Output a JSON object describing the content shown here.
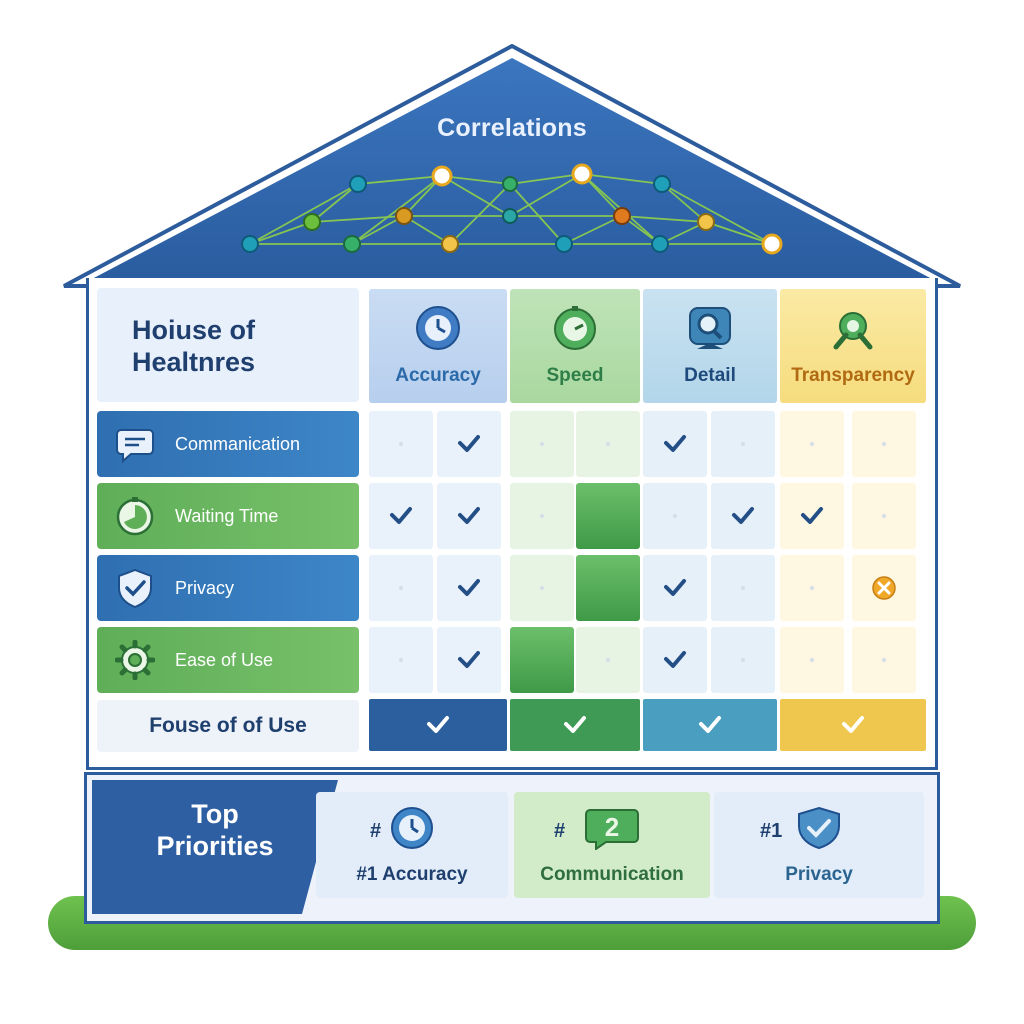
{
  "roof": {
    "title": "Correlations"
  },
  "matrix": {
    "title": "Hoiuse of Healtnres",
    "columns": [
      {
        "label": "Accuracy",
        "icon": "clock-icon",
        "color": "#2c6aaa"
      },
      {
        "label": "Speed",
        "icon": "stopwatch-icon",
        "color": "#2f7e48"
      },
      {
        "label": "Detail",
        "icon": "magnifier-icon",
        "color": "#1f4a7c"
      },
      {
        "label": "Transparency",
        "icon": "transparency-icon",
        "color": "#b06a12"
      }
    ],
    "rows": [
      {
        "label": "Commanication",
        "icon": "chat-bubble-icon",
        "marks": [
          "",
          "check",
          "",
          "",
          "check",
          "",
          "",
          ""
        ]
      },
      {
        "label": "Waiting Time",
        "icon": "stopwatch-icon",
        "marks": [
          "check",
          "check",
          "",
          "strong",
          "",
          "check",
          "check",
          ""
        ]
      },
      {
        "label": "Privacy",
        "icon": "shield-check-icon",
        "marks": [
          "",
          "check",
          "",
          "strong",
          "check",
          "",
          "",
          "cross"
        ]
      },
      {
        "label": "Ease of Use",
        "icon": "gear-icon",
        "marks": [
          "",
          "check",
          "strong",
          "",
          "check",
          "",
          "",
          ""
        ]
      }
    ],
    "footer": {
      "label": "Fouse of of Use",
      "marks": [
        "check",
        "check",
        "check",
        "check"
      ]
    }
  },
  "priorities": {
    "title": "Top Priorities",
    "items": [
      {
        "rank": "#",
        "label": "#1 Accuracy",
        "icon": "clock-icon"
      },
      {
        "rank": "#",
        "label": "Communication",
        "icon": "badge-2-icon",
        "badge": "2"
      },
      {
        "rank": "#1",
        "label": "Privacy",
        "icon": "shield-check-icon"
      }
    ]
  }
}
